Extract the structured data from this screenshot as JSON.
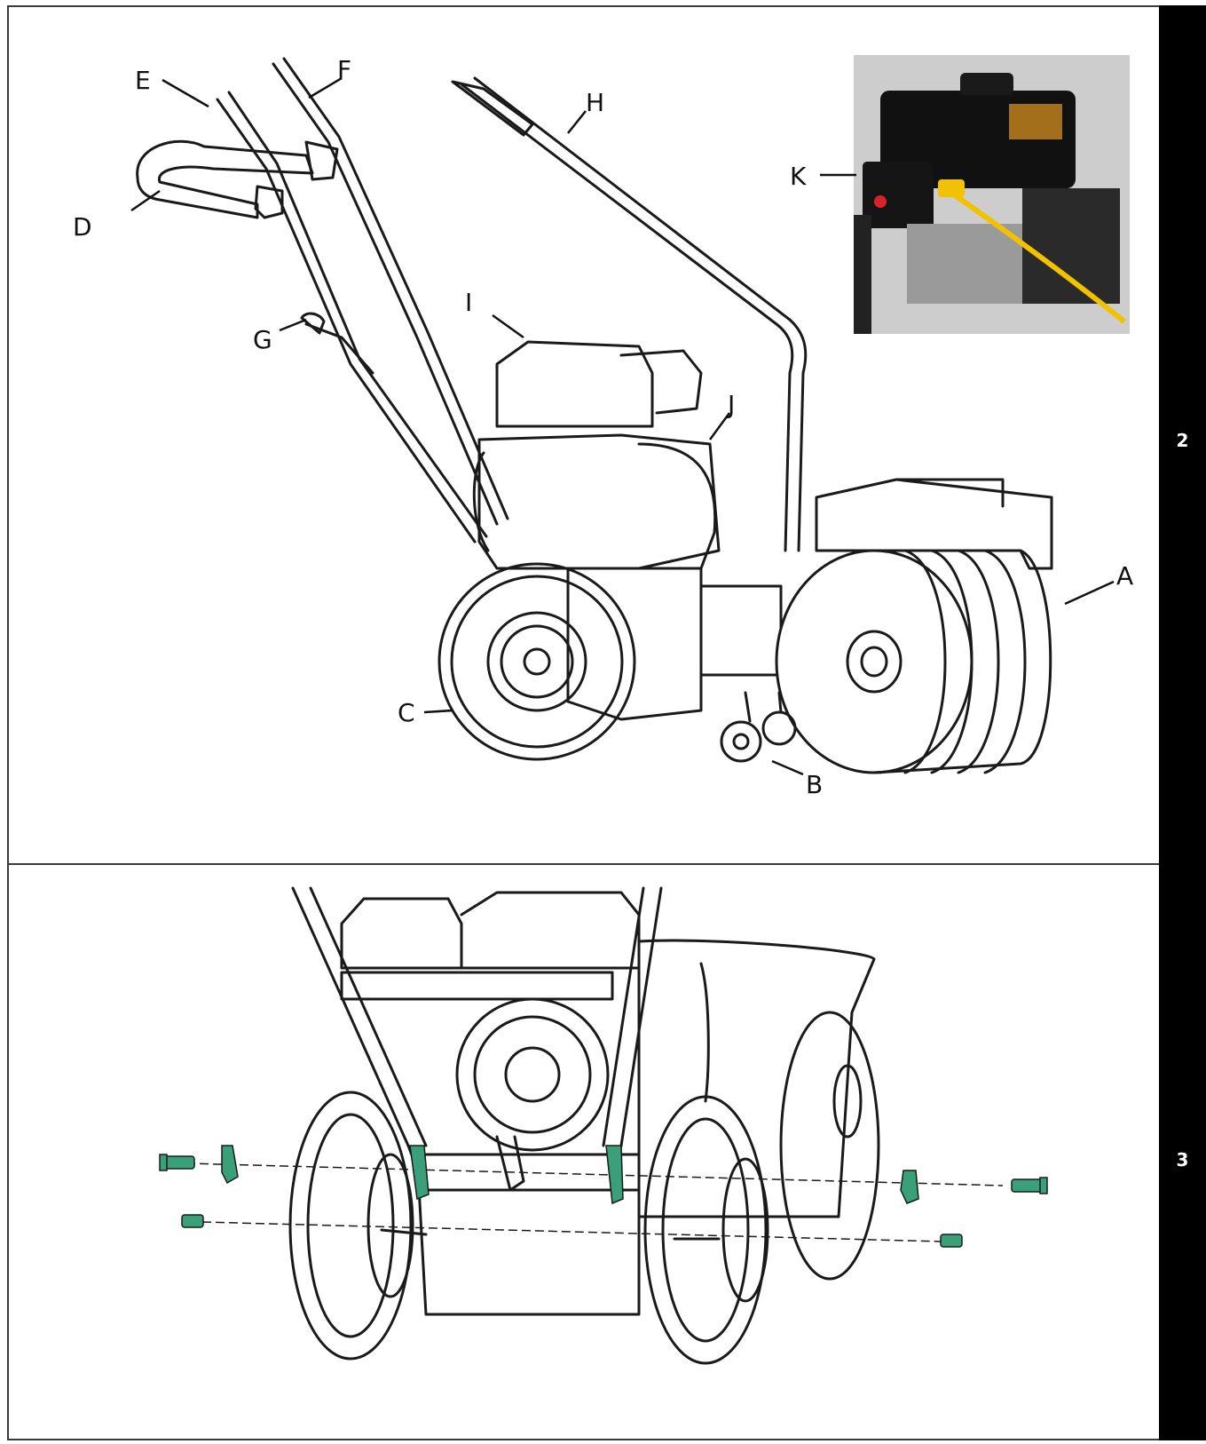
{
  "figures": [
    {
      "number": "2"
    },
    {
      "number": "3"
    }
  ],
  "callouts": {
    "A": "A",
    "B": "B",
    "C": "C",
    "D": "D",
    "E": "E",
    "F": "F",
    "G": "G",
    "H": "H",
    "I": "I",
    "J": "J",
    "K": "K"
  },
  "colors": {
    "hardware": "#3aa07a",
    "outline": "#1a1a1a",
    "strip": "#000000",
    "cord": "#f2c200",
    "switch": "#d9232a"
  }
}
